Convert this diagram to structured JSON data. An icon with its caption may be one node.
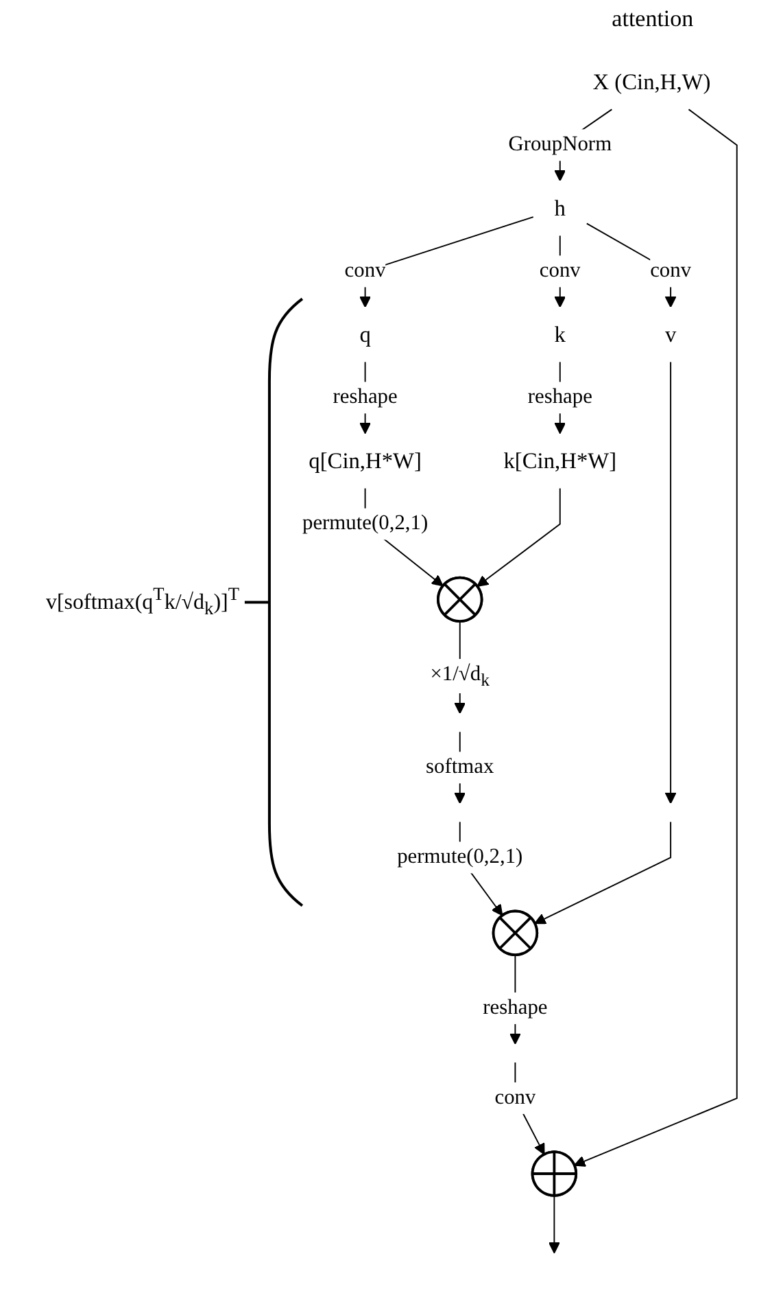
{
  "diagram": {
    "title": "attention",
    "nodes": [
      {
        "text": [
          "X (Cin,H,W)"
        ]
      },
      {
        "text": [
          "h"
        ]
      },
      {
        "text": [
          "q"
        ]
      },
      {
        "text": [
          "k"
        ]
      },
      {
        "text": [
          "v"
        ]
      },
      {
        "text": [
          "q[Cin,H*W]"
        ]
      },
      {
        "text": [
          "k[Cin,H*W]"
        ]
      },
      {
        "text": [],
        "shape": "circle"
      },
      {
        "text": [],
        "shape": "circle"
      },
      {
        "text": [],
        "shape": "circle"
      }
    ],
    "edges": [
      {
        "from": 0,
        "to": 1,
        "arrow": "to",
        "label": "GroupNorm"
      },
      {
        "from": 1,
        "to": 2,
        "arrow": "to",
        "label": "conv"
      },
      {
        "from": 1,
        "to": 3,
        "arrow": "to",
        "label": "conv"
      },
      {
        "from": 1,
        "to": 4,
        "arrow": "to",
        "label": "conv"
      },
      {
        "from": 2,
        "to": 5,
        "arrow": "to",
        "label": "reshape"
      },
      {
        "from": 3,
        "to": 6,
        "arrow": "to",
        "label": "reshape"
      },
      {
        "from": 5,
        "to": 7,
        "arrow": "to",
        "label": "permute(0,2,1)"
      },
      {
        "from": 6,
        "to": 7,
        "arrow": "to"
      },
      {
        "from": 7,
        "to": null,
        "arrow": "to",
        "label": "×1/√d$_{k}$"
      },
      {
        "from": null,
        "to": 8,
        "arrow": "to",
        "label": "permute(0,2,1)"
      },
      {
        "from": 4,
        "to": null,
        "arrow": "to"
      },
      {
        "from": null,
        "to": 8,
        "arrow": "to"
      },
      {
        "from": 8,
        "to": null,
        "arrow": "to",
        "label": "reshape"
      },
      {
        "from": null,
        "to": 9,
        "arrow": "to",
        "label": "conv"
      },
      {
        "from": 0,
        "to": 9,
        "arrow": "to"
      },
      {
        "from": 9,
        "to": null,
        "arrow": "to"
      }
    ],
    "labels": [
      "v[softmax(q$^{T}$k/√d$_{k}$)]$^{T}$",
      "softmax"
    ]
  }
}
